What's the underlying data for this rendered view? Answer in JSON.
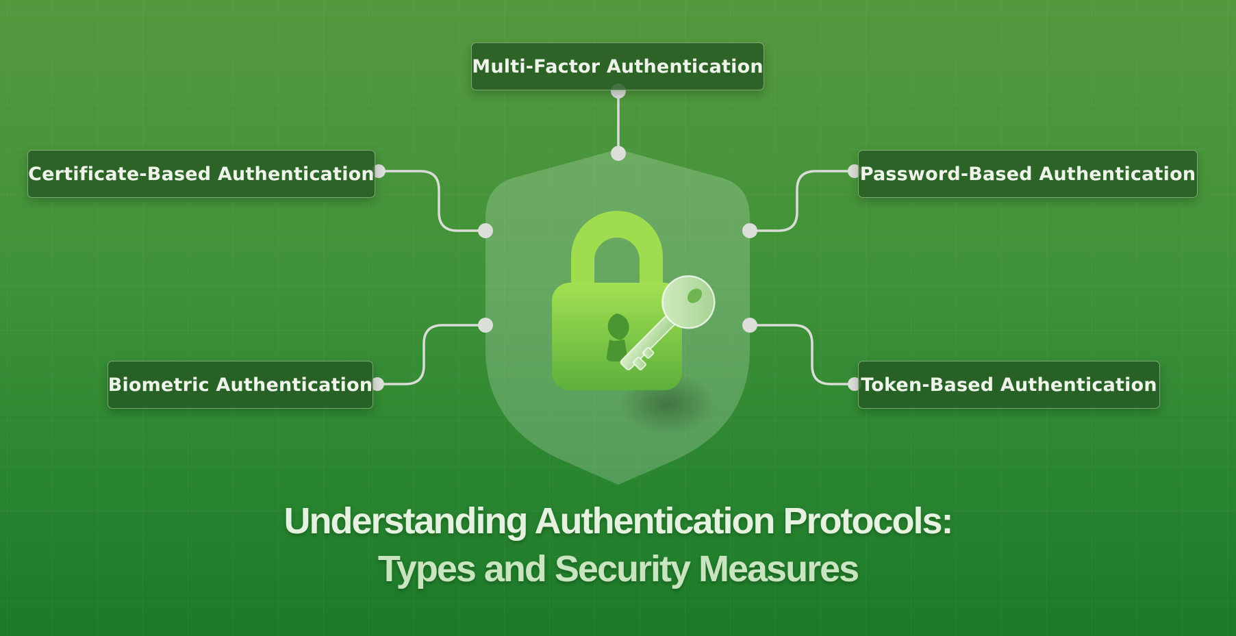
{
  "diagram": {
    "center_icon": "padlock-with-key-icon",
    "shield_icon": "shield-icon",
    "nodes": {
      "mfa": "Multi-Factor Authentication",
      "certificate": "Certificate-Based Authentication",
      "password": "Password-Based Authentication",
      "biometric": "Biometric Authentication",
      "token": "Token-Based Authentication"
    }
  },
  "title": {
    "line1": "Understanding Authentication Protocols:",
    "line2": "Types and Security Measures"
  },
  "colors": {
    "background_top": "#55993f",
    "background_bottom": "#1b7a28",
    "label_fill": "#265822",
    "connector": "#d9dcd7",
    "lock_top": "#a3e052",
    "lock_bottom": "#5cb03c"
  }
}
